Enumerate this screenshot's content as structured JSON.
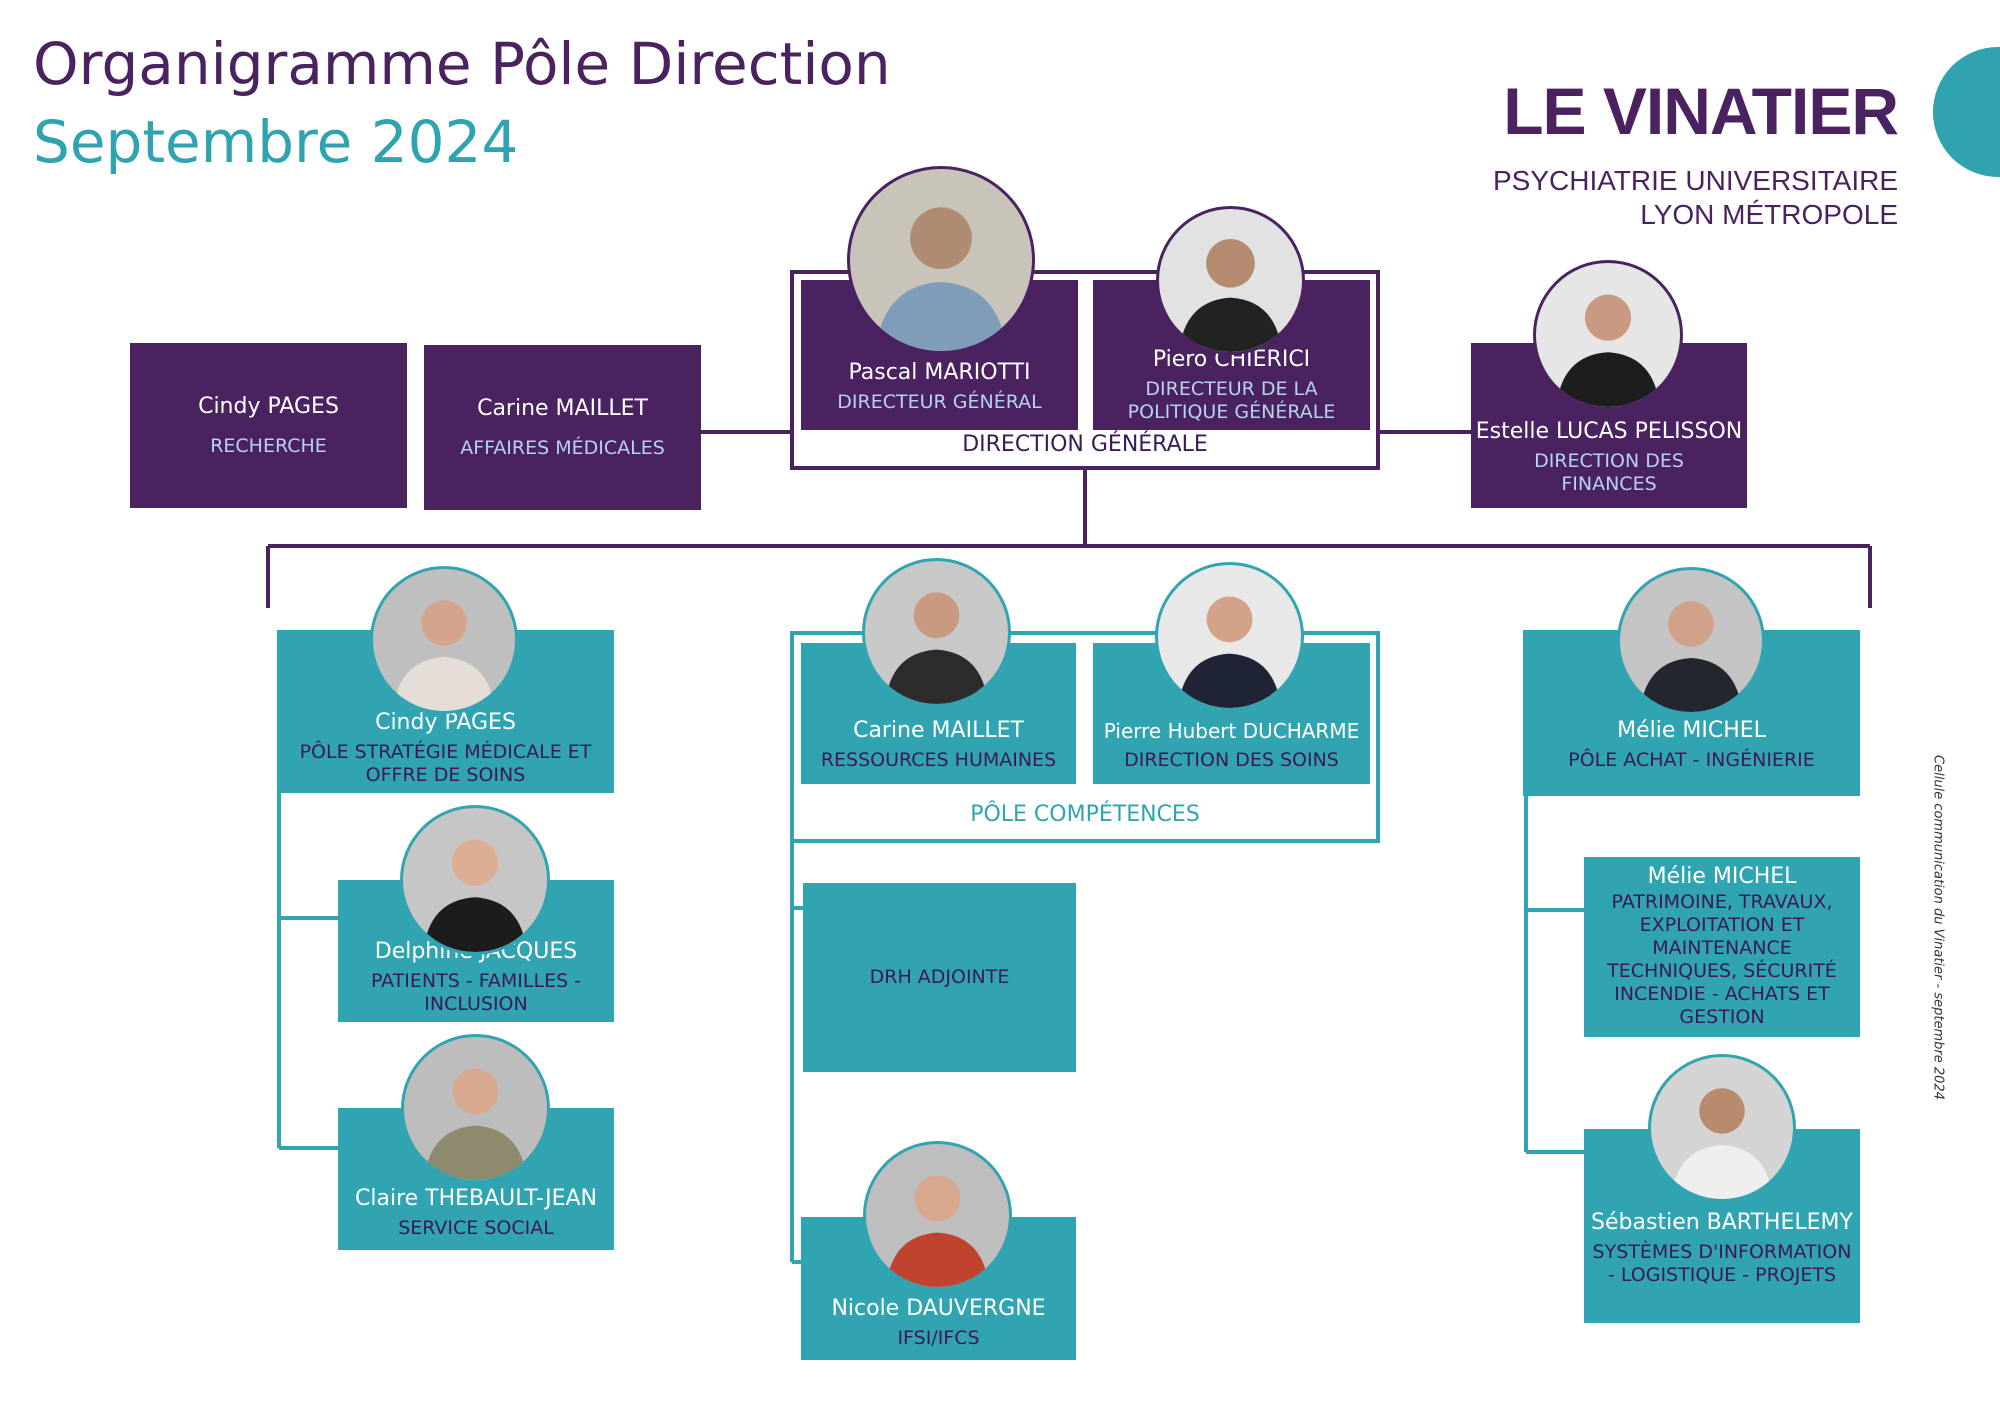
{
  "title": {
    "line1": "Organigramme Pôle Direction",
    "line2": "Septembre 2024"
  },
  "logo": {
    "name": "LE VINATIER",
    "sub1": "PSYCHIATRIE UNIVERSITAIRE",
    "sub2": "LYON MÉTROPOLE"
  },
  "colors": {
    "purple": "#4a2260",
    "teal": "#31a4b1",
    "light_blue_text": "#b7d2ee"
  },
  "side_note": "Cellule communication du Vinatier - septembre 2024",
  "direction_generale": {
    "label": "DIRECTION GÉNÉRALE",
    "dg": {
      "name": "Pascal MARIOTTI",
      "role": "DIRECTEUR GÉNÉRAL",
      "photo_icon": "person-photo-icon"
    },
    "dpg": {
      "name": "Piero CHIERICI",
      "role": "DIRECTEUR DE LA POLITIQUE GÉNÉRALE",
      "photo_icon": "person-photo-icon"
    }
  },
  "left_units": [
    {
      "name": "Cindy PAGES",
      "role": "RECHERCHE"
    },
    {
      "name": "Carine MAILLET",
      "role": "AFFAIRES MÉDICALES"
    }
  ],
  "finances": {
    "name": "Estelle LUCAS PELISSON",
    "role": "DIRECTION DES FINANCES"
  },
  "pole_strategie": {
    "head": {
      "name": "Cindy PAGES",
      "role": "PÔLE STRATÉGIE MÉDICALE ET OFFRE DE SOINS"
    },
    "subs": [
      {
        "name": "Delphine JACQUES",
        "role": "PATIENTS - FAMILLES - INCLUSION"
      },
      {
        "name": "Claire THEBAULT-JEAN",
        "role": "SERVICE SOCIAL"
      }
    ]
  },
  "pole_competences": {
    "label": "PÔLE COMPÉTENCES",
    "rh": {
      "name": "Carine MAILLET",
      "role": "RESSOURCES HUMAINES"
    },
    "soins": {
      "name": "Pierre Hubert DUCHARME",
      "role": "DIRECTION DES SOINS"
    },
    "drh_adjointe": "DRH ADJOINTE",
    "ifsi": {
      "name": "Nicole DAUVERGNE",
      "role": "IFSI/IFCS"
    }
  },
  "pole_achat": {
    "head": {
      "name": "Mélie MICHEL",
      "role": "PÔLE ACHAT - INGÉNIERIE"
    },
    "subs": [
      {
        "name": "Mélie MICHEL",
        "role": "PATRIMOINE, TRAVAUX, EXPLOITATION ET MAINTENANCE TECHNIQUES, SÉCURITÉ INCENDIE - ACHATS ET GESTION"
      },
      {
        "name": "Sébastien BARTHELEMY",
        "role": "SYSTÈMES D'INFORMATION - LOGISTIQUE - PROJETS"
      }
    ]
  }
}
